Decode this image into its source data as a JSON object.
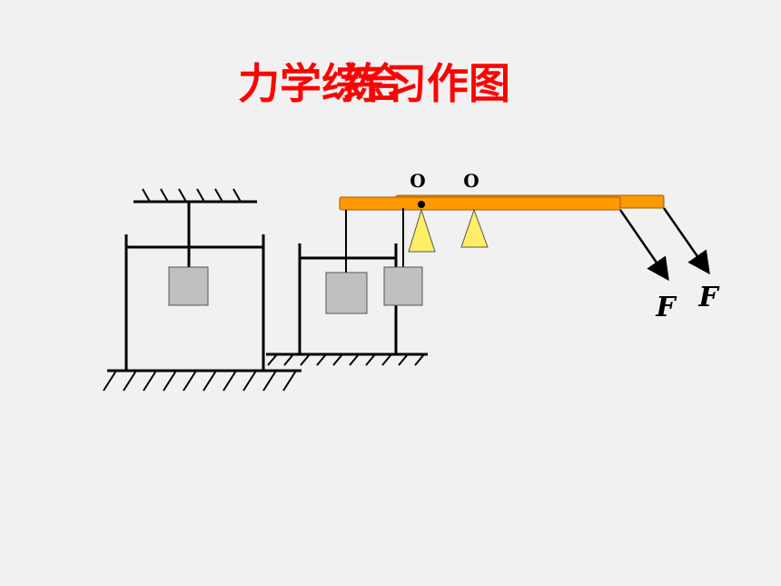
{
  "title": {
    "text_a": "力学综合",
    "text_b": "作图",
    "overlap_text_a": "练",
    "overlap_text_b": "习"
  },
  "diagram": {
    "pivot_left_label": "O",
    "pivot_right_label": "O",
    "force_left_label": "F",
    "force_right_label": "F"
  },
  "colors": {
    "title": "#ff0000",
    "lever": "#ff9900",
    "fulcrum": "#ffee66",
    "block": "#c0c0c0",
    "line": "#000000",
    "background": "#f1f1f1"
  }
}
